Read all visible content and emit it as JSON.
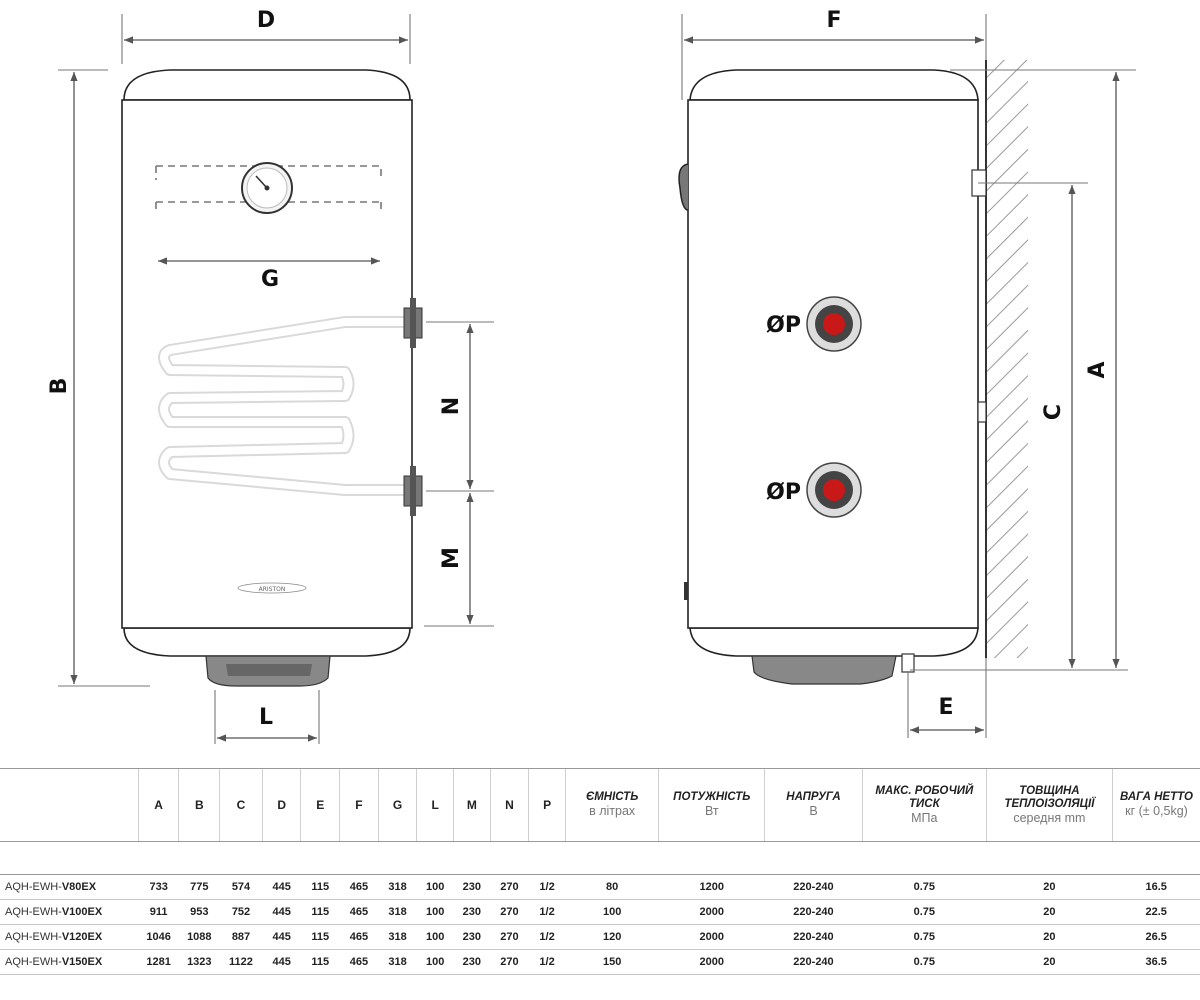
{
  "diagram": {
    "dimension_labels": {
      "A": "A",
      "B": "B",
      "C": "C",
      "D": "D",
      "E": "E",
      "F": "F",
      "G": "G",
      "L": "L",
      "M": "M",
      "N": "N"
    },
    "pipe_label": "ØP",
    "logo_text": "ARISTON"
  },
  "table": {
    "columns": [
      {
        "key": "model",
        "label": ""
      },
      {
        "key": "A",
        "label": "A"
      },
      {
        "key": "B",
        "label": "B"
      },
      {
        "key": "C",
        "label": "C"
      },
      {
        "key": "D",
        "label": "D"
      },
      {
        "key": "E",
        "label": "E"
      },
      {
        "key": "F",
        "label": "F"
      },
      {
        "key": "G",
        "label": "G"
      },
      {
        "key": "L",
        "label": "L"
      },
      {
        "key": "M",
        "label": "M"
      },
      {
        "key": "N",
        "label": "N"
      },
      {
        "key": "P",
        "label": "P"
      },
      {
        "key": "capacity",
        "label": "ЄМНІСТЬ",
        "sub": "в літрах"
      },
      {
        "key": "power",
        "label": "ПОТУЖНІСТЬ",
        "sub": "Вт"
      },
      {
        "key": "voltage",
        "label": "НАПРУГА",
        "sub": "В"
      },
      {
        "key": "pressure",
        "label": "МАКС. РОБОЧИЙ ТИСК",
        "sub": "МПа"
      },
      {
        "key": "insulation",
        "label": "ТОВЩИНА ТЕПЛОІЗОЛЯЦІЇ",
        "sub": "середня mm"
      },
      {
        "key": "weight",
        "label": "ВАГА НЕТТО",
        "sub": "кг (± 0,5kg)"
      }
    ],
    "rows": [
      {
        "model_prefix": "AQH-EWH-",
        "model_code": "V80EX",
        "A": "733",
        "B": "775",
        "C": "574",
        "D": "445",
        "E": "115",
        "F": "465",
        "G": "318",
        "L": "100",
        "M": "230",
        "N": "270",
        "P": "1/2",
        "capacity": "80",
        "power": "1200",
        "voltage": "220-240",
        "pressure": "0.75",
        "insulation": "20",
        "weight": "16.5"
      },
      {
        "model_prefix": "AQH-EWH-",
        "model_code": "V100EX",
        "A": "911",
        "B": "953",
        "C": "752",
        "D": "445",
        "E": "115",
        "F": "465",
        "G": "318",
        "L": "100",
        "M": "230",
        "N": "270",
        "P": "1/2",
        "capacity": "100",
        "power": "2000",
        "voltage": "220-240",
        "pressure": "0.75",
        "insulation": "20",
        "weight": "22.5"
      },
      {
        "model_prefix": "AQH-EWH-",
        "model_code": "V120EX",
        "A": "1046",
        "B": "1088",
        "C": "887",
        "D": "445",
        "E": "115",
        "F": "465",
        "G": "318",
        "L": "100",
        "M": "230",
        "N": "270",
        "P": "1/2",
        "capacity": "120",
        "power": "2000",
        "voltage": "220-240",
        "pressure": "0.75",
        "insulation": "20",
        "weight": "26.5"
      },
      {
        "model_prefix": "AQH-EWH-",
        "model_code": "V150EX",
        "A": "1281",
        "B": "1323",
        "C": "1122",
        "D": "445",
        "E": "115",
        "F": "465",
        "G": "318",
        "L": "100",
        "M": "230",
        "N": "270",
        "P": "1/2",
        "capacity": "150",
        "power": "2000",
        "voltage": "220-240",
        "pressure": "0.75",
        "insulation": "20",
        "weight": "36.5"
      }
    ]
  }
}
